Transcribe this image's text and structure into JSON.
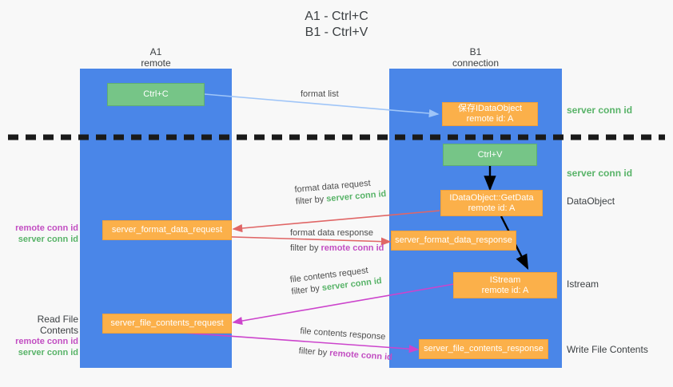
{
  "title": {
    "line1": "A1 - Ctrl+C",
    "line2": "B1 - Ctrl+V"
  },
  "colors": {
    "lane": "#4a86e8",
    "green_box": "#76c587",
    "orange_box": "#fbb04a",
    "server_conn_id": "#58b368",
    "remote_conn_id": "#c24ec2",
    "format_list_arrow": "#9fc5f8",
    "format_data_arrow": "#e06666",
    "file_contents_arrow": "#cc44cc",
    "black_arrow": "#000000",
    "background": "#f8f8f8"
  },
  "lanes": [
    {
      "id": "a1",
      "title": "A1",
      "subtitle": "remote"
    },
    {
      "id": "b1",
      "title": "B1",
      "subtitle": "connection"
    }
  ],
  "boxes": [
    {
      "id": "ctrl-c",
      "kind": "green",
      "line1": "Ctrl+C",
      "line2": ""
    },
    {
      "id": "ctrl-v",
      "kind": "green",
      "line1": "Ctrl+V",
      "line2": ""
    },
    {
      "id": "idataobject-store",
      "kind": "orange",
      "line1": "保存IDataObject",
      "line2": "remote id: A"
    },
    {
      "id": "idataobject-getdata",
      "kind": "orange",
      "line1": "IDataObject::GetData",
      "line2": "remote id: A"
    },
    {
      "id": "istream",
      "kind": "orange",
      "line1": "IStream",
      "line2": "remote id: A"
    },
    {
      "id": "server-format-data-request",
      "kind": "orange",
      "line1": "server_format_data_request",
      "line2": ""
    },
    {
      "id": "server-format-data-response",
      "kind": "orange",
      "line1": "server_format_data_response",
      "line2": ""
    },
    {
      "id": "server-file-contents-request",
      "kind": "orange",
      "line1": "server_file_contents_request",
      "line2": ""
    },
    {
      "id": "server-file-contents-response",
      "kind": "orange",
      "line1": "server_file_contents_response",
      "line2": ""
    }
  ],
  "right_labels": [
    {
      "id": "r1",
      "text": "server conn id",
      "style": "green"
    },
    {
      "id": "r2",
      "text": "server conn id",
      "style": "green"
    },
    {
      "id": "r3",
      "text": "DataObject",
      "style": "plain"
    },
    {
      "id": "r4",
      "text": "Istream",
      "style": "plain"
    },
    {
      "id": "r5",
      "text": "Write File Contents",
      "style": "plain"
    }
  ],
  "left_labels": {
    "group1": {
      "remote": "remote conn id",
      "server": "server conn id"
    },
    "group2": {
      "heading": "Read File Contents",
      "remote": "remote conn id",
      "server": "server conn id"
    }
  },
  "edge_labels": {
    "format_list": "format list",
    "format_data_request": {
      "text": "format data request",
      "filter_prefix": "filter by ",
      "filter_value": "server conn id"
    },
    "format_data_response": {
      "text": "format data response",
      "filter_prefix": "filter by ",
      "filter_value": "remote conn id"
    },
    "file_contents_request": {
      "text": "file contents request",
      "filter_prefix": "filter by ",
      "filter_value": "server conn id"
    },
    "file_contents_response": {
      "text": "file contents response",
      "filter_prefix": "filter by ",
      "filter_value": "remote conn id"
    }
  }
}
